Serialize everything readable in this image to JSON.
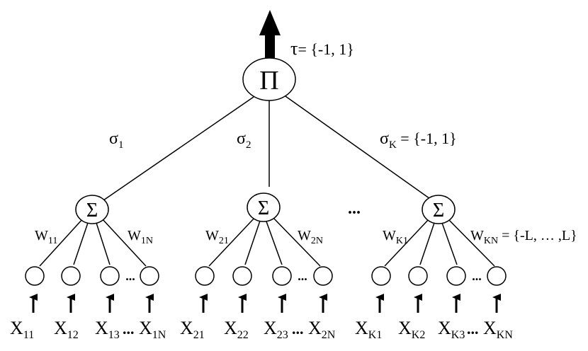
{
  "output": {
    "node_symbol": "Π",
    "tau_symbol": "τ",
    "tau_values": "= {-1, 1}"
  },
  "hidden": [
    {
      "node_symbol": "Σ",
      "sigma": "σ",
      "sigma_sub": "1",
      "sigma_values": "",
      "w_first": "W",
      "w_first_sub": "11",
      "w_last": "W",
      "w_last_sub": "1N",
      "w_values": ""
    },
    {
      "node_symbol": "Σ",
      "sigma": "σ",
      "sigma_sub": "2",
      "sigma_values": "",
      "w_first": "W",
      "w_first_sub": "21",
      "w_last": "W",
      "w_last_sub": "2N",
      "w_values": ""
    },
    {
      "node_symbol": "Σ",
      "sigma": "σ",
      "sigma_sub": "K",
      "sigma_values": " = {-1, 1}",
      "w_first": "W",
      "w_first_sub": "K1",
      "w_last": "W",
      "w_last_sub": "KN",
      "w_values": " = {-L, … ,L}"
    }
  ],
  "unit_ellipsis": "...",
  "input_ellipsis": "...",
  "inputs": [
    [
      {
        "base": "X",
        "sub": "11"
      },
      {
        "base": "X",
        "sub": "12"
      },
      {
        "base": "X",
        "sub": "13"
      },
      {
        "base": "X",
        "sub": "1N"
      }
    ],
    [
      {
        "base": "X",
        "sub": "21"
      },
      {
        "base": "X",
        "sub": "22"
      },
      {
        "base": "X",
        "sub": "23"
      },
      {
        "base": "X",
        "sub": "2N"
      }
    ],
    [
      {
        "base": "X",
        "sub": "K1"
      },
      {
        "base": "X",
        "sub": "K2"
      },
      {
        "base": "X",
        "sub": "K3"
      },
      {
        "base": "X",
        "sub": "KN"
      }
    ]
  ]
}
